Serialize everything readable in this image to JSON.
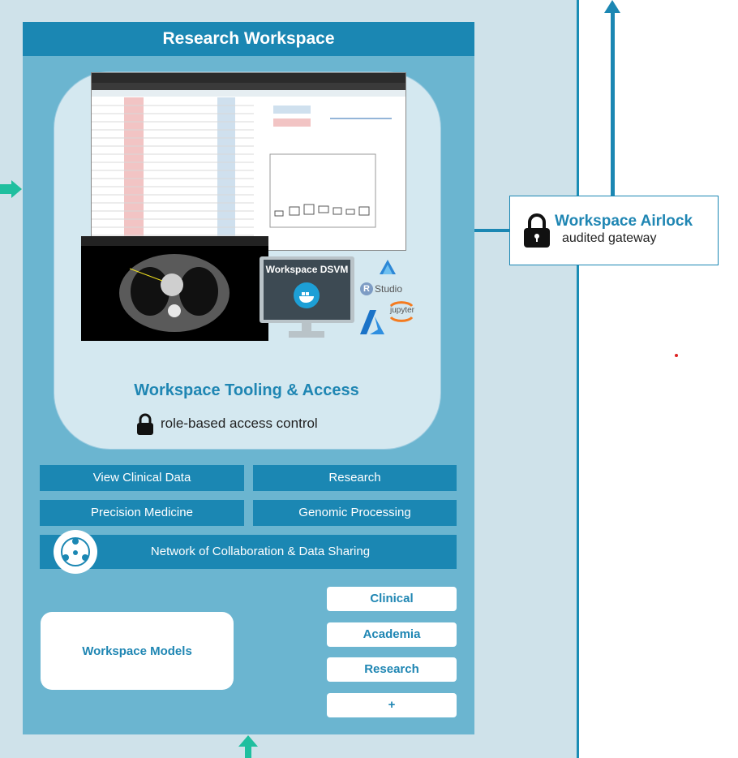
{
  "header": {
    "title": "Research Workspace"
  },
  "tooling": {
    "title": "Workspace Tooling & Access",
    "access_text": "role-based access control",
    "dsvm_label": "Workspace DSVM",
    "logos": {
      "rstudio": "Studio",
      "rstudio_mark": "R",
      "jupyter": "jupyter"
    }
  },
  "capabilities": {
    "view_clinical": "View Clinical Data",
    "research": "Research",
    "precision": "Precision Medicine",
    "genomic": "Genomic Processing",
    "network": "Network of Collaboration & Data Sharing"
  },
  "models": {
    "title": "Workspace Models",
    "items": [
      "Clinical",
      "Academia",
      "Research",
      "+"
    ]
  },
  "airlock": {
    "title": "Workspace Airlock",
    "subtitle": "audited gateway"
  },
  "colors": {
    "accent": "#1b87b3",
    "teal_arrow": "#1fbf9f",
    "panel": "#6bb5d0",
    "background": "#cfe2ea"
  },
  "icons": [
    "lock-icon",
    "docker-icon",
    "azure-icon",
    "azure-ml-icon",
    "collaboration-icon"
  ]
}
